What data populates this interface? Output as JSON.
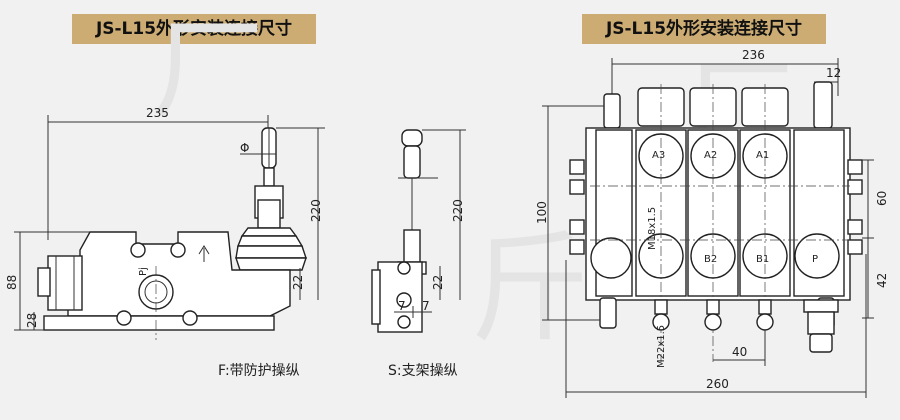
{
  "banners": {
    "left": "JS-L15外形安装连接尺寸",
    "right": "JS-L15外形安装连接尺寸"
  },
  "captions": {
    "f": "F:带防护操纵",
    "s": "S:支架操纵"
  },
  "left_view": {
    "dim_width": "235",
    "dim_height": "220",
    "dim_small": "22",
    "dim_base": "88",
    "dim_foot": "28",
    "symbol_phi": "Φ",
    "port": "Pj"
  },
  "mid_view": {
    "dim_height": "220",
    "dim_small": "22",
    "dim_left": "7",
    "dim_right": "7"
  },
  "right_view": {
    "dim_top": "236",
    "dim_slot": "12",
    "dim_height": "100",
    "dim_upper": "60",
    "dim_lower": "42",
    "dim_pitch": "40",
    "dim_total": "260",
    "thread_port": "M18x1.5",
    "thread_bottom": "M22x1.5",
    "ports": [
      "A3",
      "A2",
      "A1",
      "B2",
      "B1",
      "P"
    ]
  }
}
